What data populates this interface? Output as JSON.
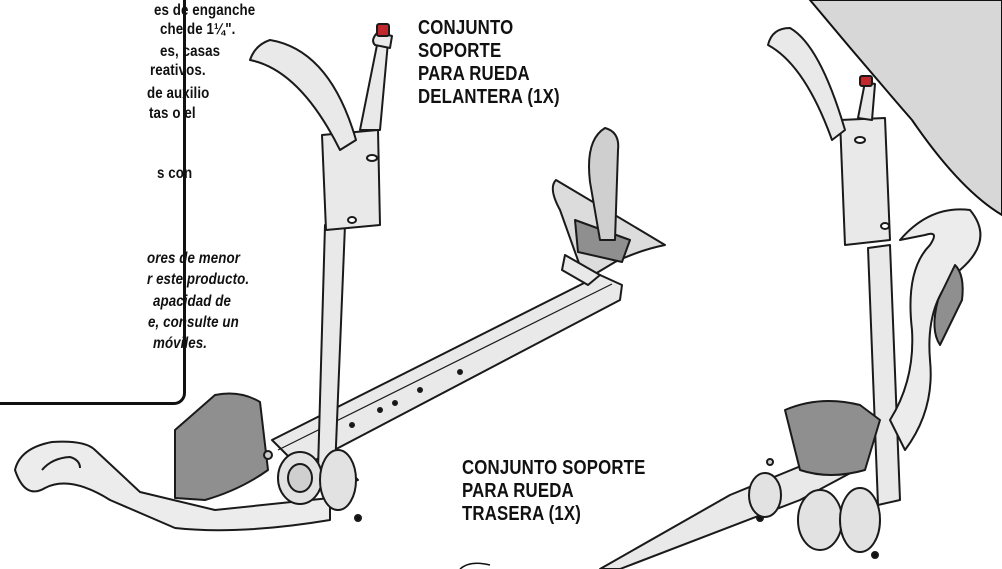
{
  "notice": {
    "lines": [
      "es de enganche",
      "che de 1¼\".",
      "es, casas",
      "reativos.",
      "de auxilio",
      "tas o el",
      "",
      "s con",
      "",
      "",
      "ores de menor",
      "r este producto.",
      "apacidad de",
      "e, consulte un",
      "móviles."
    ]
  },
  "callouts": {
    "front": [
      "CONJUNTO",
      "SOPORTE",
      "PARA RUEDA",
      "DELANTERA (1X)"
    ],
    "rear": [
      "CONJUNTO SOPORTE",
      "PARA RUEDA",
      "TRASERA (1X)"
    ]
  },
  "colors": {
    "line": "#1a1a1a",
    "metal": "#e6e6e6",
    "cushion": "#8f8f8f",
    "panel": "#d7d7d7",
    "red_knob": "#c0282d"
  }
}
